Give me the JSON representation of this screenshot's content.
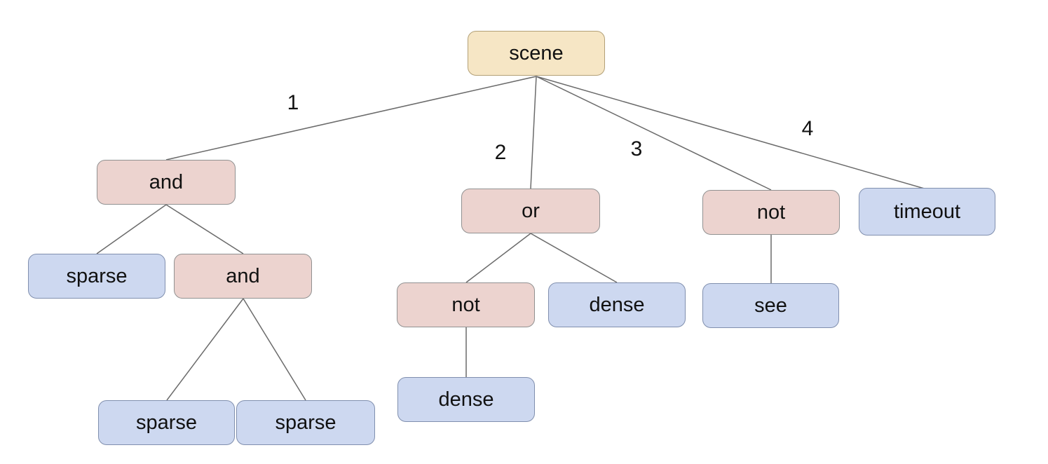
{
  "diagram": {
    "type": "tree",
    "background": "#ffffff",
    "colors": {
      "root_fill": "#f6e6c5",
      "root_border": "#b3a077",
      "operator_fill": "#ecd3cf",
      "operator_border": "#919191",
      "leaf_fill": "#cdd8f0",
      "leaf_border": "#808fae",
      "edge": "#6b6b6b",
      "text": "#111111"
    },
    "nodes": [
      {
        "id": "scene",
        "label": "scene",
        "kind": "root"
      },
      {
        "id": "and-1",
        "label": "and",
        "kind": "operator"
      },
      {
        "id": "or-1",
        "label": "or",
        "kind": "operator"
      },
      {
        "id": "not-1",
        "label": "not",
        "kind": "operator"
      },
      {
        "id": "timeout",
        "label": "timeout",
        "kind": "leaf"
      },
      {
        "id": "sparse-1",
        "label": "sparse",
        "kind": "leaf"
      },
      {
        "id": "and-2",
        "label": "and",
        "kind": "operator"
      },
      {
        "id": "sparse-2",
        "label": "sparse",
        "kind": "leaf"
      },
      {
        "id": "sparse-3",
        "label": "sparse",
        "kind": "leaf"
      },
      {
        "id": "not-2",
        "label": "not",
        "kind": "operator"
      },
      {
        "id": "dense-1",
        "label": "dense",
        "kind": "leaf"
      },
      {
        "id": "dense-2",
        "label": "dense",
        "kind": "leaf"
      },
      {
        "id": "see",
        "label": "see",
        "kind": "leaf"
      }
    ],
    "edges": [
      {
        "from": "scene",
        "to": "and-1",
        "label": "1"
      },
      {
        "from": "scene",
        "to": "or-1",
        "label": "2"
      },
      {
        "from": "scene",
        "to": "not-1",
        "label": "3"
      },
      {
        "from": "scene",
        "to": "timeout",
        "label": "4"
      },
      {
        "from": "and-1",
        "to": "sparse-1",
        "label": ""
      },
      {
        "from": "and-1",
        "to": "and-2",
        "label": ""
      },
      {
        "from": "and-2",
        "to": "sparse-2",
        "label": ""
      },
      {
        "from": "and-2",
        "to": "sparse-3",
        "label": ""
      },
      {
        "from": "or-1",
        "to": "not-2",
        "label": ""
      },
      {
        "from": "or-1",
        "to": "dense-1",
        "label": ""
      },
      {
        "from": "not-2",
        "to": "dense-2",
        "label": ""
      },
      {
        "from": "not-1",
        "to": "see",
        "label": ""
      }
    ]
  }
}
